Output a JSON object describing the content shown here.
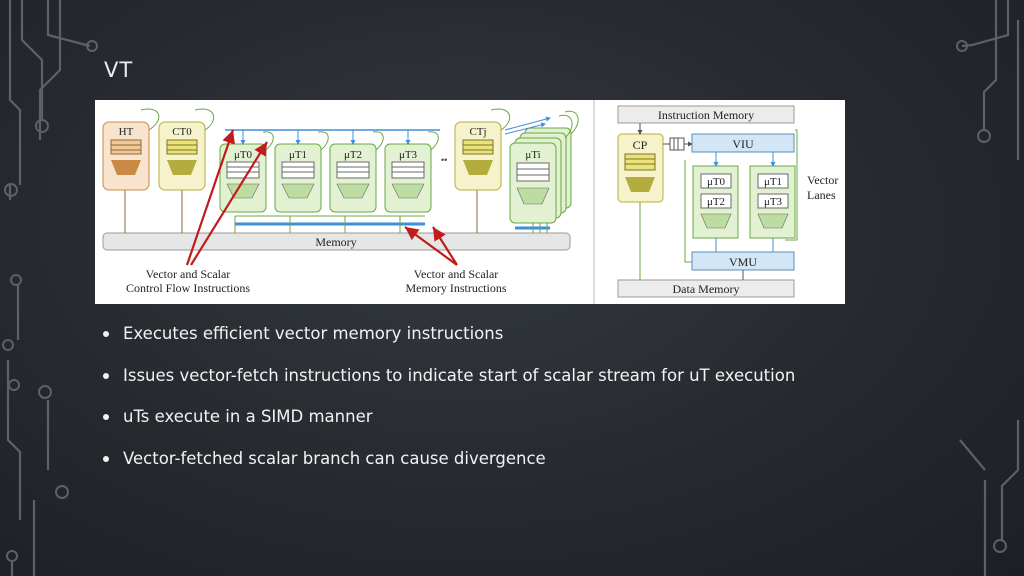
{
  "slide": {
    "title": "VT"
  },
  "figure": {
    "left": {
      "ht_label": "HT",
      "ct0_label": "CT0",
      "ctj_label": "CTj",
      "ut_labels": [
        "μT0",
        "μT1",
        "μT2",
        "μT3",
        "μTi"
      ],
      "ellipsis": "••",
      "memory_label": "Memory",
      "annotation_control_line1": "Vector and Scalar",
      "annotation_control_line2": "Control Flow Instructions",
      "annotation_memory_line1": "Vector and Scalar",
      "annotation_memory_line2": "Memory Instructions"
    },
    "right": {
      "instruction_memory_label": "Instruction Memory",
      "cp_label": "CP",
      "viu_label": "VIU",
      "lane_labels": [
        "μT0",
        "μT1",
        "μT2",
        "μT3"
      ],
      "vmu_label": "VMU",
      "data_memory_label": "Data Memory",
      "vector_lanes_line1": "Vector",
      "vector_lanes_line2": "Lanes"
    },
    "colors": {
      "ht_fill": "#f8e4cc",
      "ht_stroke": "#c88a44",
      "ct_fill": "#f6f3cc",
      "ct_stroke": "#b4ac3c",
      "ut_fill": "#e1f1d2",
      "ut_stroke": "#6aa844",
      "memory_fill": "#e6e6e6",
      "vmu_fill": "#d3e6f5",
      "annotation_arrow": "#c01c1c",
      "bus_blue": "#3d8fd8"
    }
  },
  "bullets": [
    "Executes efficient vector memory instructions",
    "Issues vector-fetch instructions to indicate start of scalar stream for uT execution",
    "uTs execute in a SIMD manner",
    "Vector-fetched scalar branch can cause divergence"
  ]
}
